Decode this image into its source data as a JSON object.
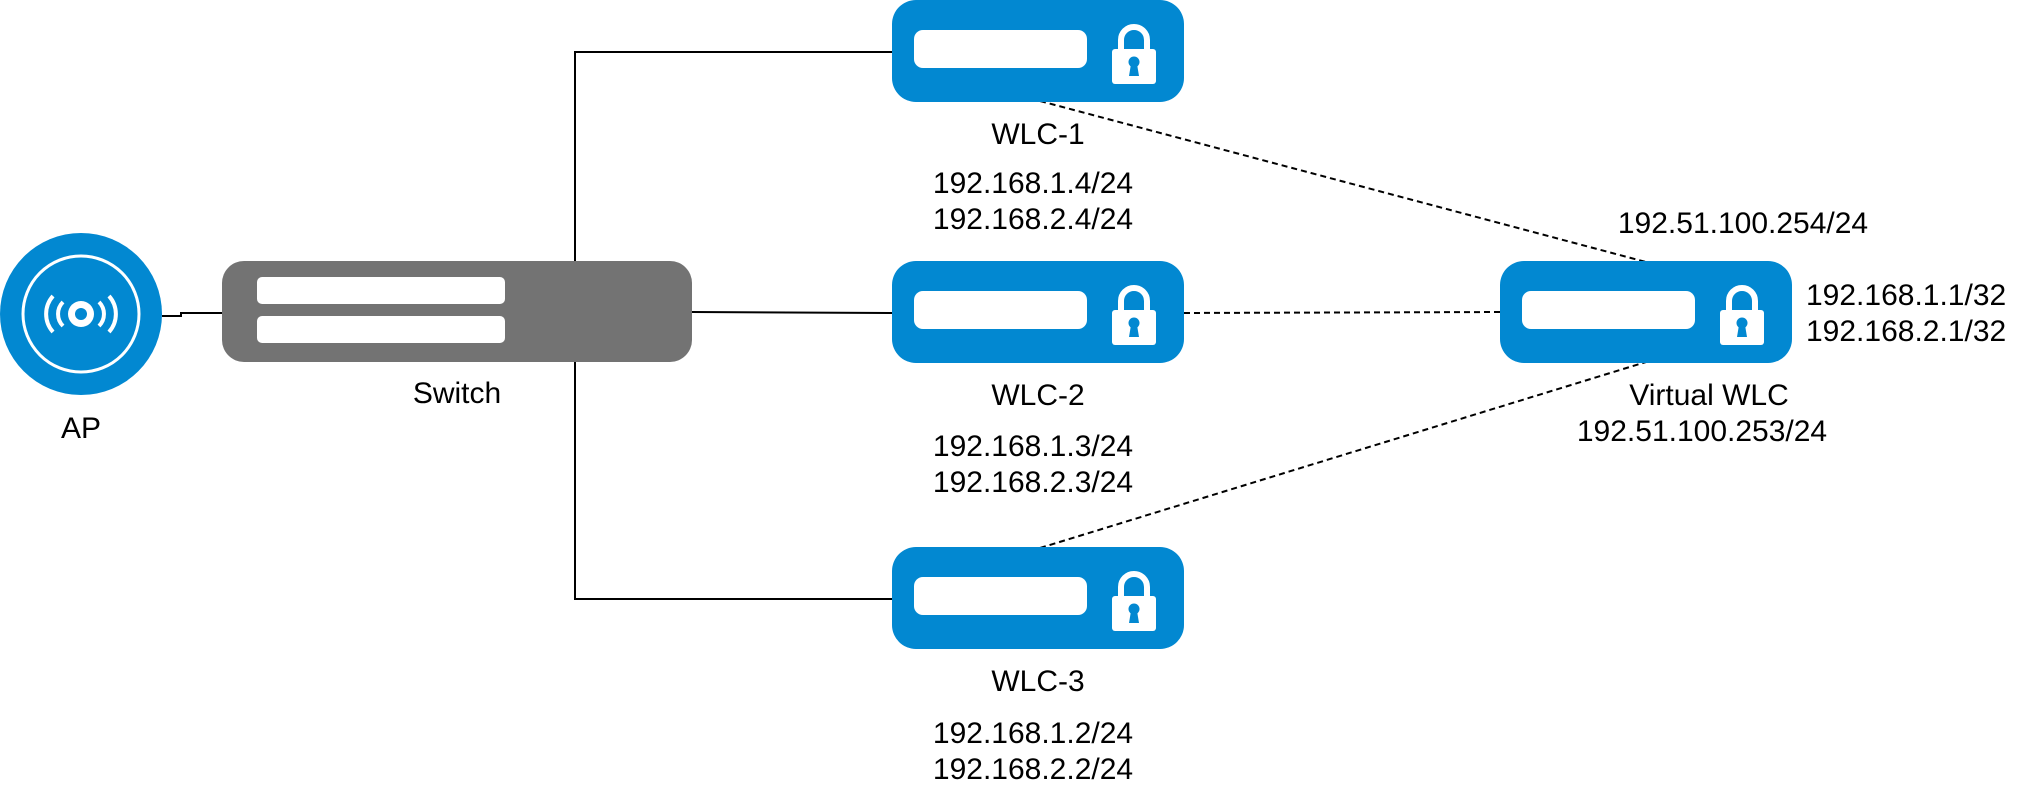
{
  "colors": {
    "device_blue": "#0288d1",
    "switch_gray": "#737373",
    "link_color": "#000000",
    "background": "#ffffff"
  },
  "nodes": {
    "ap": {
      "label": "AP",
      "icon": "wireless-ap-icon"
    },
    "switch": {
      "label": "Switch",
      "icon": "network-switch-icon"
    },
    "wlc1": {
      "label": "WLC-1",
      "ip1": "192.168.1.4/24",
      "ip2": "192.168.2.4/24",
      "icon": "wlc-lock-icon"
    },
    "wlc2": {
      "label": "WLC-2",
      "ip1": "192.168.1.3/24",
      "ip2": "192.168.2.3/24",
      "icon": "wlc-lock-icon"
    },
    "wlc3": {
      "label": "WLC-3",
      "ip1": "192.168.1.2/24",
      "ip2": "192.168.2.2/24",
      "icon": "wlc-lock-icon"
    },
    "vwlc": {
      "label": "Virtual WLC",
      "ip_top": "192.51.100.254/24",
      "ip_bottom": "192.51.100.253/24",
      "ip1": "192.168.1.1/32",
      "ip2": "192.168.2.1/32",
      "icon": "wlc-lock-icon"
    }
  },
  "links": [
    {
      "from": "ap",
      "to": "switch",
      "style": "solid"
    },
    {
      "from": "switch",
      "to": "wlc1",
      "style": "solid"
    },
    {
      "from": "switch",
      "to": "wlc2",
      "style": "solid"
    },
    {
      "from": "switch",
      "to": "wlc3",
      "style": "solid"
    },
    {
      "from": "wlc1",
      "to": "vwlc",
      "style": "dashed"
    },
    {
      "from": "wlc2",
      "to": "vwlc",
      "style": "dashed"
    },
    {
      "from": "wlc3",
      "to": "vwlc",
      "style": "dashed"
    }
  ]
}
